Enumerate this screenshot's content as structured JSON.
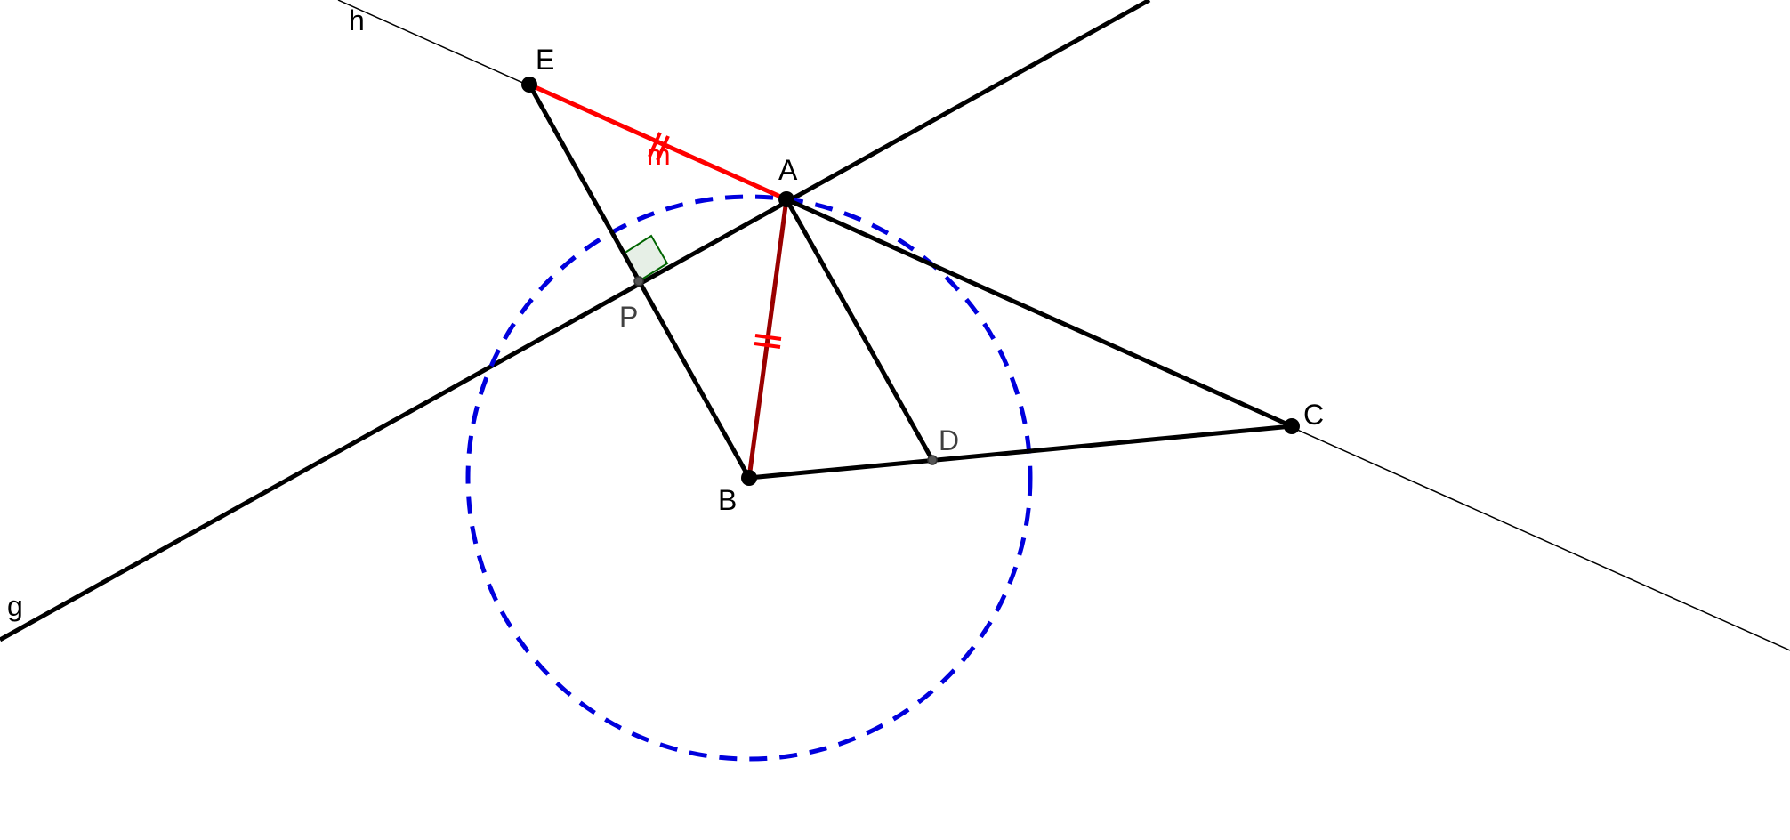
{
  "diagram": {
    "labels": {
      "h": "h",
      "g": "g",
      "m": "m",
      "E": "E",
      "A": "A",
      "P": "P",
      "B": "B",
      "C": "C",
      "D": "D"
    },
    "colors": {
      "line": "#000000",
      "equal_segment": "#ff0000",
      "segment_ab": "#990000",
      "circle": "#0000dd",
      "right_angle_stroke": "#006400",
      "right_angle_fill": "#e6efe6",
      "point": "#000000",
      "minor_point": "#555555",
      "minor_label": "#404040"
    },
    "annotations": {
      "right_angle_at": "P",
      "equal_segments": [
        "EA",
        "AB"
      ],
      "circle_center": "B",
      "circle_style": "dashed"
    }
  }
}
